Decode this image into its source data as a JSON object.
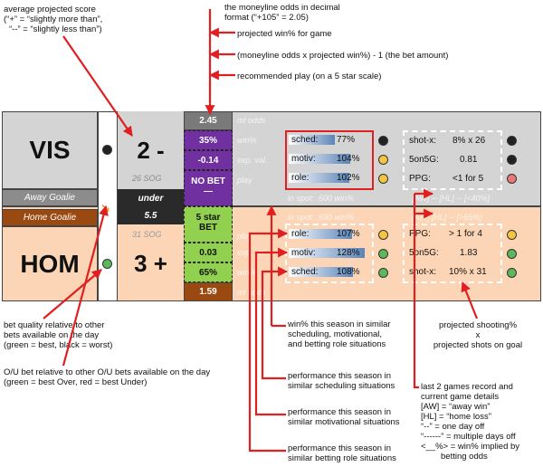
{
  "annotations_top": {
    "projected_score": {
      "l1": "average projected score",
      "l2": "(“+” = “slightly more than”,",
      "l3": "“--” = “slightly less than”)"
    },
    "moneyline": {
      "l1": "the moneyline odds in decimal",
      "l2": "format (“+105” = 2.05)"
    },
    "projected_win": "projected win% for game",
    "exp_value": "(moneyline odds x projected win%) - 1 (the bet amount)",
    "recommended": "recommended play (on a 5 star scale)"
  },
  "visitor": {
    "team": "VIS",
    "score": "2 -",
    "sog": "26 SOG",
    "goalie": "Away Goalie"
  },
  "home": {
    "team": "HOM",
    "score": "3 +",
    "sog": "31 SOG",
    "goalie": "Home Goalie"
  },
  "ou": {
    "label": "under",
    "line": "5.5"
  },
  "vis_column": {
    "ml_odds": "2.45",
    "win_pct": "35%",
    "exp_val": "-0.14",
    "play_l1": "NO BET",
    "play_l2": "—"
  },
  "home_column": {
    "play_l1": "5 star",
    "play_l2": "BET",
    "exp_val": "0.03",
    "win_pct": "65%",
    "ml_odds": "1.59"
  },
  "row_labels": {
    "ml_odds": "ml odds",
    "win_pct": "win%",
    "exp_val": "exp. val.",
    "play": "play"
  },
  "vis_situations": [
    {
      "label": "sched:",
      "value": "77%",
      "fill": 0.55,
      "dot": "#222222"
    },
    {
      "label": "motiv:",
      "value": "104%",
      "fill": 0.74,
      "dot": "#f4c542"
    },
    {
      "label": "role:",
      "value": "102%",
      "fill": 0.73,
      "dot": "#f4c542"
    }
  ],
  "home_situations": [
    {
      "label": "role:",
      "value": "107%",
      "fill": 0.76,
      "dot": "#f4c542"
    },
    {
      "label": "motiv:",
      "value": "128%",
      "fill": 0.91,
      "dot": "#5cb85c"
    },
    {
      "label": "sched:",
      "value": "108%",
      "fill": 0.77,
      "dot": "#5cb85c"
    }
  ],
  "vis_inspot": "in spot: .500 win%",
  "home_inspot": "in spot: .690 win%",
  "vis_recent": "[AW] -- [HL] -- [<40%]",
  "home_recent": "[AW] [HL] -- [>65%]",
  "vis_stats": [
    {
      "label": "shot-x:",
      "value": "8% x 26",
      "dot": "#222222"
    },
    {
      "label": "5on5G:",
      "value": "0.81",
      "dot": "#222222"
    },
    {
      "label": "PPG:",
      "value": "<1 for 5",
      "dot": "#e8787a"
    }
  ],
  "home_stats": [
    {
      "label": "PPG:",
      "value": "> 1 for 4",
      "dot": "#f4c542"
    },
    {
      "label": "5on5G:",
      "value": "1.83",
      "dot": "#5cb85c"
    },
    {
      "label": "shot-x:",
      "value": "10% x 31",
      "dot": "#5cb85c"
    }
  ],
  "bet_quality_dots": {
    "vis": "#222222",
    "home": "#5cb85c"
  },
  "annotations_bottom": {
    "bet_quality": {
      "l1": "bet quality relative to other",
      "l2": "bets available on the day",
      "l3": "(green = best, black = worst)"
    },
    "ou_bet": {
      "l1": "O/U bet relative to other O/U bets available on the day",
      "l2": "(green = best Over, red = best Under)"
    },
    "win_similar": {
      "l1": "win% this season in similar",
      "l2": "scheduling, motivational,",
      "l3": "and betting role situations"
    },
    "perf_sched": {
      "l1": "performance this season in",
      "l2": "similar scheduling situations"
    },
    "perf_motiv": {
      "l1": "performance this season in",
      "l2": "similar motivational situations"
    },
    "perf_role": {
      "l1": "performance this season in",
      "l2": "similar betting role situations"
    },
    "shooting": {
      "l1": "projected shooting%",
      "l2": "x",
      "l3": "projected shots on goal"
    },
    "last2": {
      "l1": "last 2 games record and",
      "l2": "current game details",
      "l3": "[AW] = “away win”",
      "l4": "[HL]   = “home loss”",
      "l5": "“--”    = one day off",
      "l6": "“------” = multiple days off",
      "l7": "<__%> = win% implied by",
      "l8": "betting odds"
    }
  }
}
